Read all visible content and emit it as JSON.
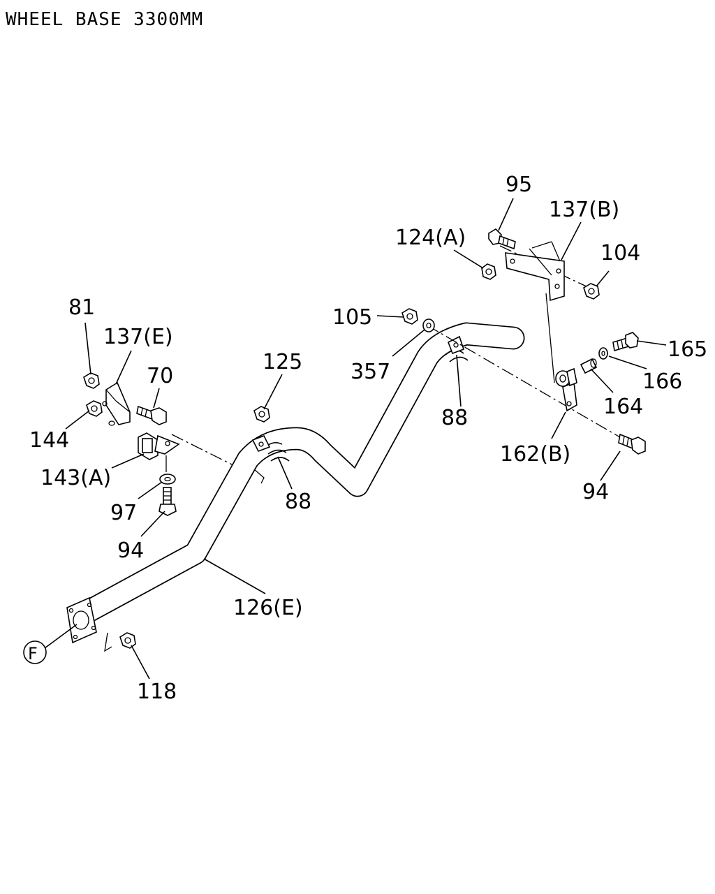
{
  "title": "WHEEL BASE 3300MM",
  "labels": {
    "p95": "95",
    "p137b": "137(B)",
    "p124a": "124(A)",
    "p104": "104",
    "p105": "105",
    "p357": "357",
    "p88_right": "88",
    "p165": "165",
    "p166": "166",
    "p164": "164",
    "p162b": "162(B)",
    "p94_right": "94",
    "p81": "81",
    "p137e": "137(E)",
    "p70": "70",
    "p144": "144",
    "p143a": "143(A)",
    "p97": "97",
    "p94_left": "94",
    "p125": "125",
    "p88_left": "88",
    "p126e": "126(E)",
    "pF": "F",
    "p118": "118"
  }
}
